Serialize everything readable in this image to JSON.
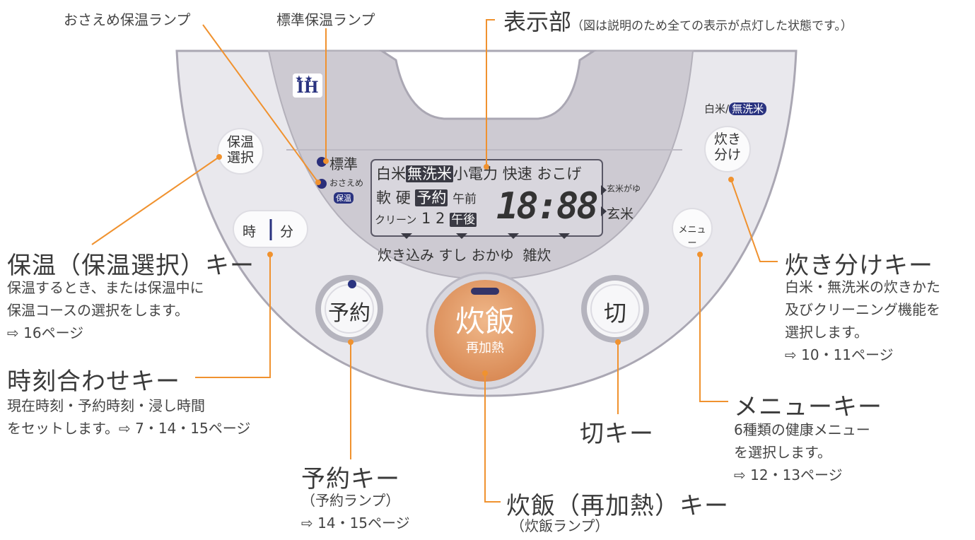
{
  "labels": {
    "lamp_osaeme": "おさえめ保温ランプ",
    "lamp_standard": "標準保温ランプ",
    "display": {
      "title": "表示部",
      "note": "（図は説明のため全ての表示が点灯した状態です。）"
    },
    "keep_warm": {
      "title": "保温（保温選択）キー",
      "desc": [
        "保温するとき、または保温中に",
        "保温コースの選択をします。",
        "⇨ 16ページ"
      ]
    },
    "clock": {
      "title": "時刻合わせキー",
      "desc": [
        "現在時刻・予約時刻・浸し時間",
        "をセットします。⇨ 7・14・15ページ"
      ]
    },
    "timer": {
      "title": "予約キー",
      "desc": [
        "（予約ランプ）",
        "⇨ 14・15ページ"
      ]
    },
    "cook": {
      "title": "炊飯（再加熱）キー",
      "desc": [
        "（炊飯ランプ）"
      ]
    },
    "off": {
      "title": "切キー"
    },
    "menu": {
      "title": "メニューキー",
      "desc": [
        "6種類の健康メニュー",
        "を選択します。",
        "⇨ 12・13ページ"
      ]
    },
    "select": {
      "title": "炊き分けキー",
      "desc": [
        "白米・無洗米の炊きかた",
        "及びクリーニング機能を",
        "選択します。",
        "⇨ 10・11ページ"
      ]
    }
  },
  "panel": {
    "ih_logo": "IH",
    "rice_type": {
      "white": "白米/",
      "musenmai": "無洗米"
    },
    "keys": {
      "keep_warm": [
        "保温",
        "選択"
      ],
      "hour": "時",
      "minute": "分",
      "select": [
        "炊き",
        "分け"
      ],
      "menu": "メニュー",
      "timer": "予約",
      "cook": "炊飯",
      "reheat": "再加熱",
      "off": "切"
    },
    "lamps": {
      "standard": "標準",
      "osaeme": "おさえめ",
      "hoon": "保温"
    },
    "lcd": {
      "row1": [
        "白米",
        "無洗米",
        "小電力",
        "快速",
        "おこげ"
      ],
      "row2": [
        "軟",
        "硬",
        "予約",
        "午前"
      ],
      "row3": [
        "クリーン",
        "1",
        "2",
        "午後"
      ],
      "digits": "18:88",
      "side_top": "玄米がゆ",
      "side_bottom": "玄米",
      "bottom": [
        "炊き込み",
        "すし",
        "おかゆ",
        "雑炊"
      ]
    }
  },
  "colors": {
    "leader": "#f0922f",
    "panel": "#e6e5ea",
    "display_area": "#cfccd3",
    "cook_button": "#e8a273"
  }
}
